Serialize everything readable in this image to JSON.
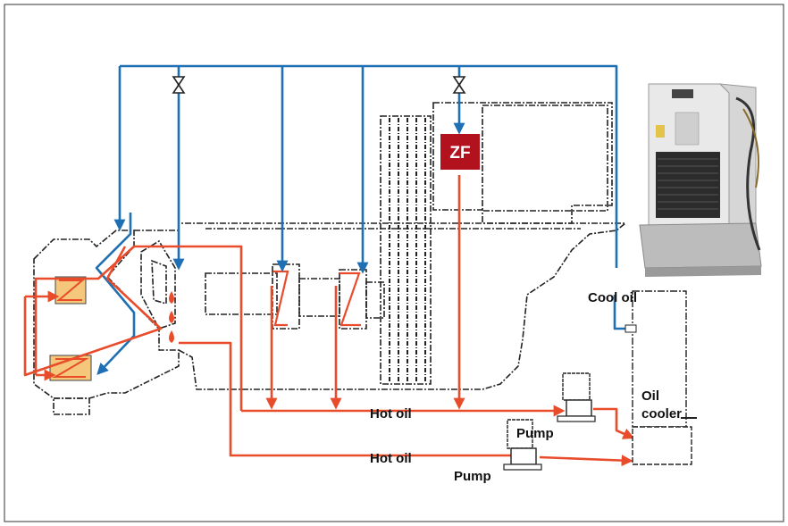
{
  "colors": {
    "cool_line": "#1f6fb4",
    "hot_line": "#e84c2b",
    "zf_badge": "#b2111e",
    "frame_border": "#555555"
  },
  "labels": {
    "zf": "ZF",
    "cool_oil": "Cool oil",
    "oil_cooler_line1": "Oil",
    "oil_cooler_line2": "cooler",
    "hot_oil_upper": "Hot oil",
    "hot_oil_lower": "Hot oil",
    "pump_upper": "Pump",
    "pump_lower": "Pump"
  },
  "icons": [
    "valve-icon",
    "oil-drop-icon",
    "coil-icon",
    "pump-icon",
    "oil-cooler-unit-image"
  ]
}
